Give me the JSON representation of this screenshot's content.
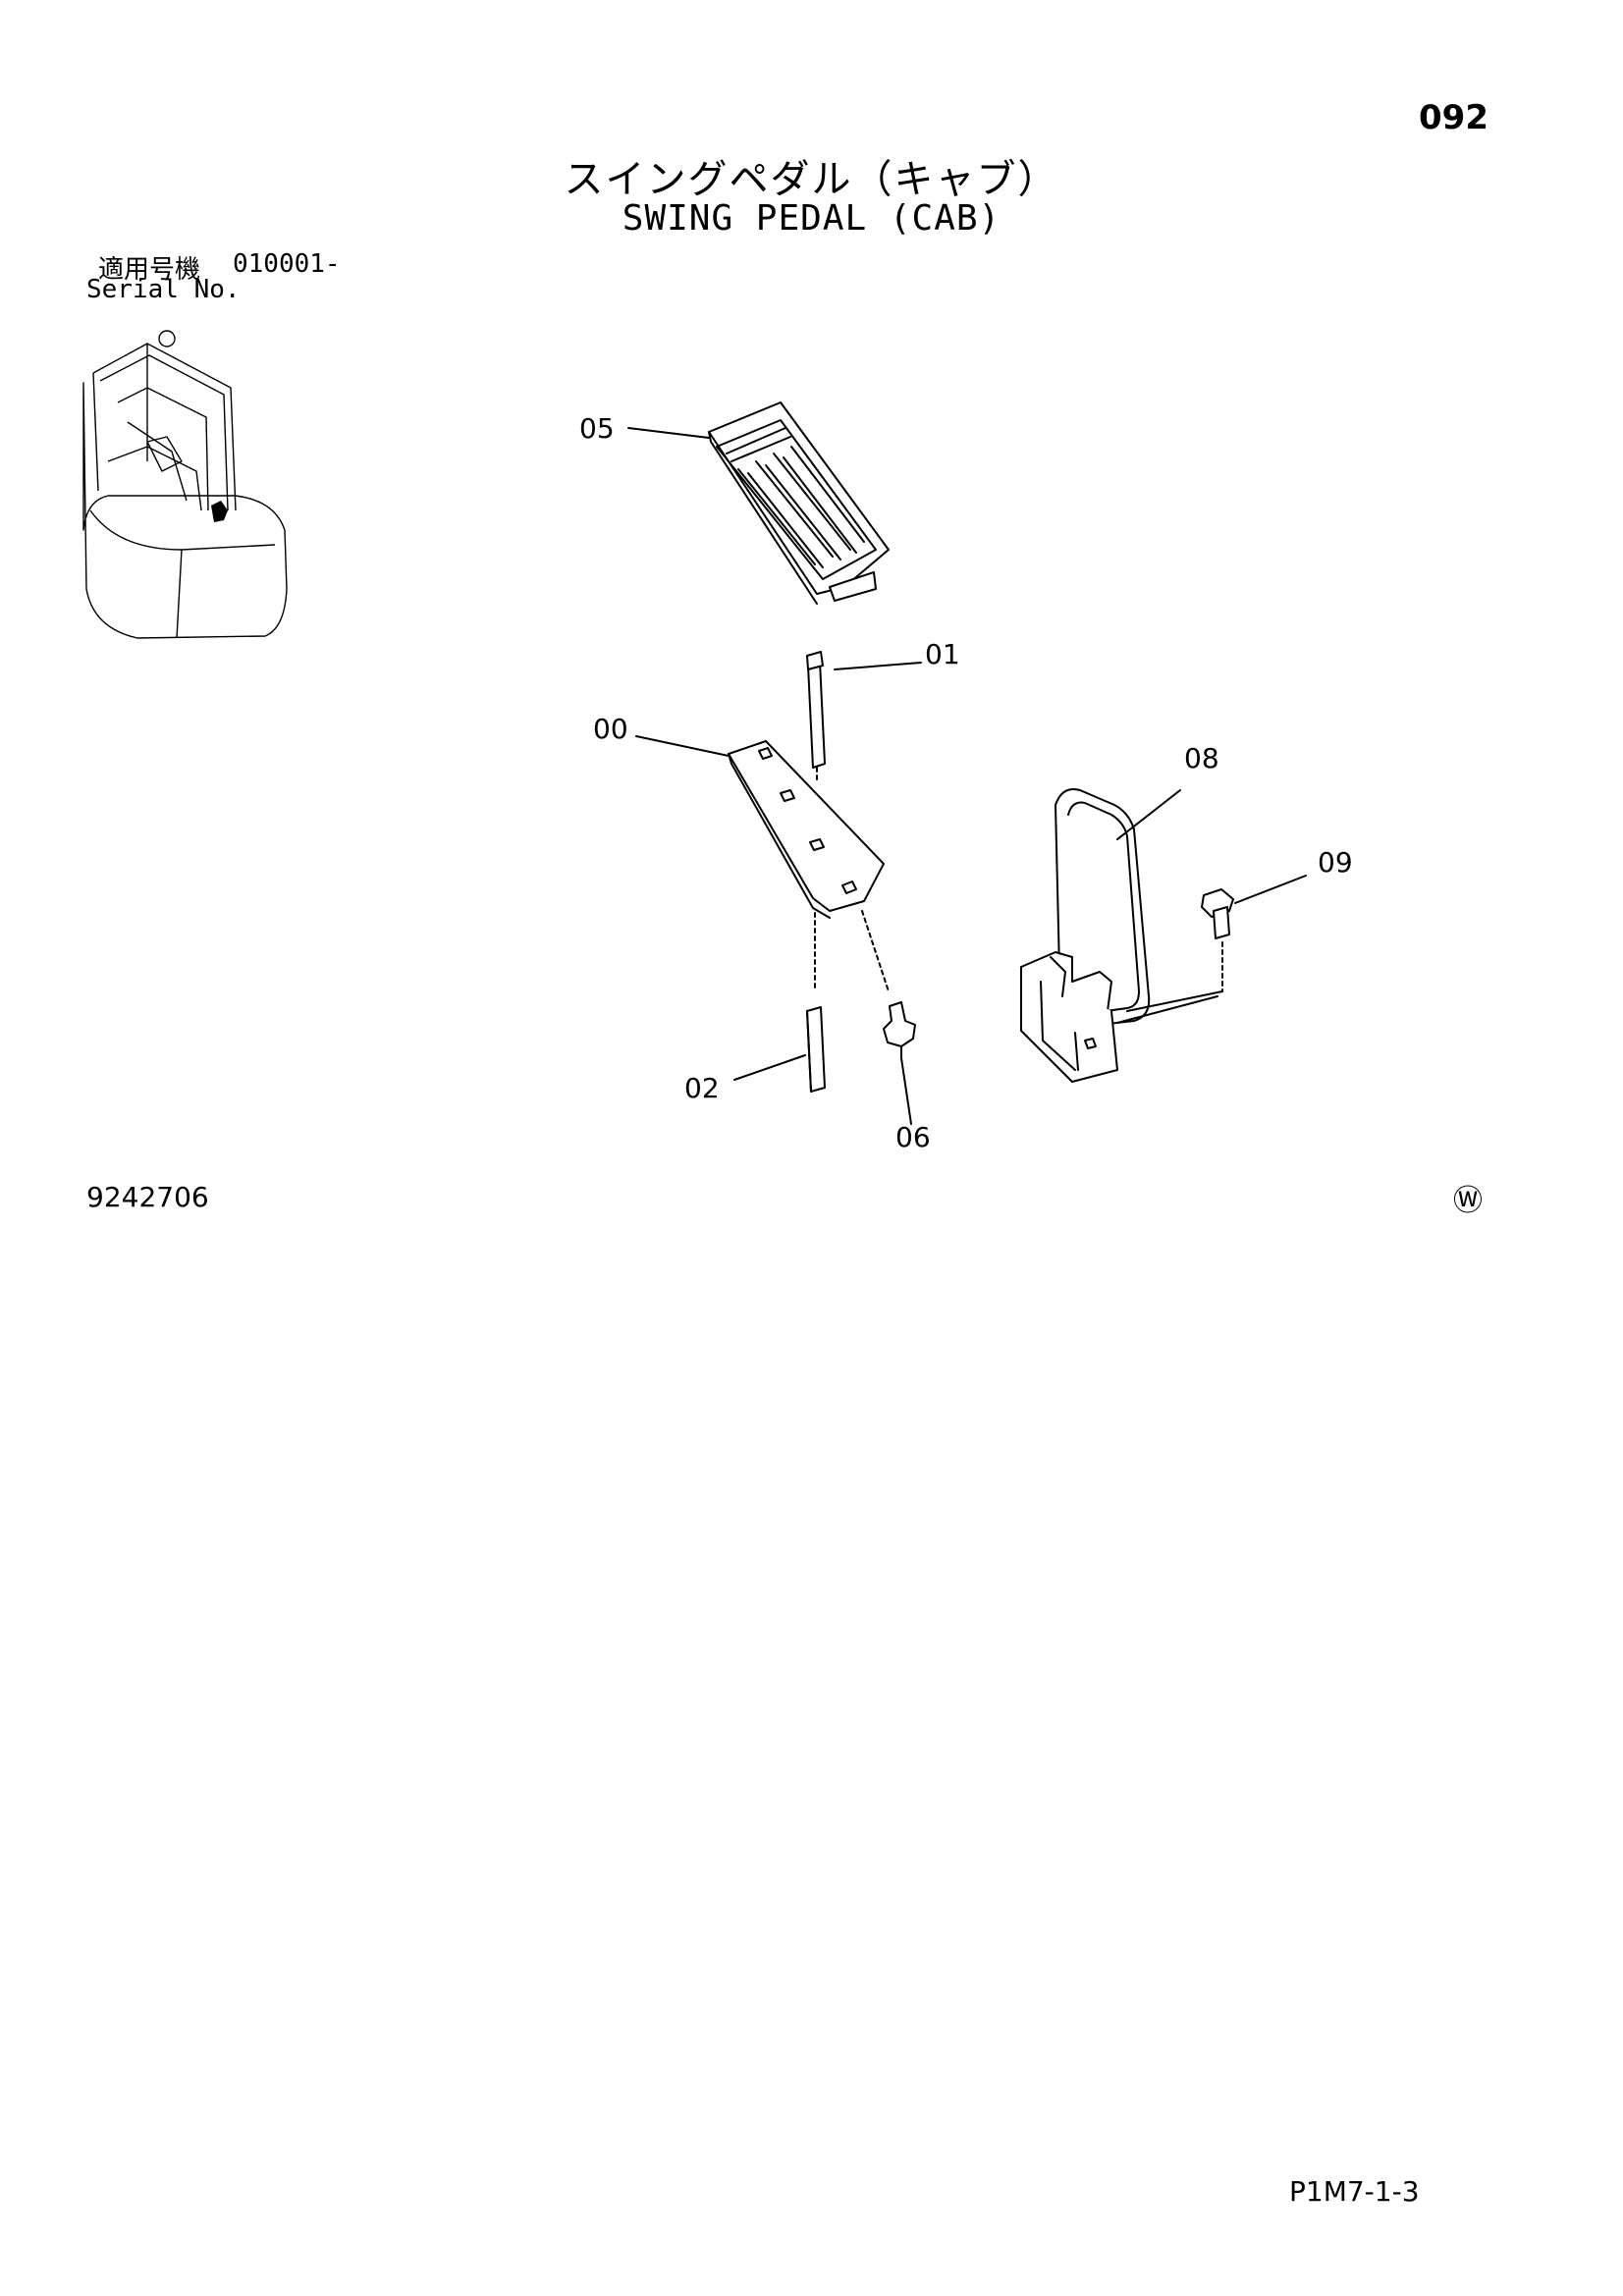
{
  "page_number": "092",
  "title": {
    "japanese": "スイングペダル（キャブ）",
    "english": "SWING PEDAL (CAB)"
  },
  "serial": {
    "label_jp": "適用号機",
    "range": "010001-",
    "label_en": "Serial No."
  },
  "callouts": {
    "p00": "00",
    "p01": "01",
    "p02": "02",
    "p05": "05",
    "p06": "06",
    "p08": "08",
    "p09": "09"
  },
  "drawing_number": "9242706",
  "watermark_mark": "Ⓦ",
  "reference_code": "P1M7-1-3"
}
